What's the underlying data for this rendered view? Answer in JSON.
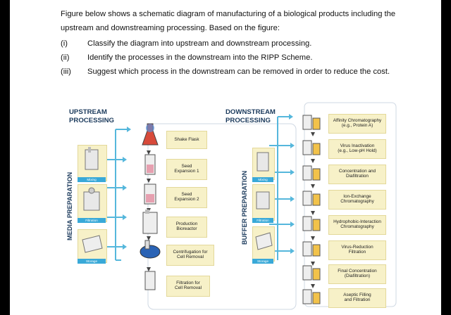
{
  "question": {
    "intro": "Figure below shows a schematic diagram of manufacturing of a biological products including the upstream and downstreaming processing. Based on the figure:",
    "items": [
      {
        "num": "(i)",
        "text": "Classify the diagram into upstream and downstream processing."
      },
      {
        "num": "(ii)",
        "text": "Identify the processes in the downstream into the RIPP Scheme."
      },
      {
        "num": "(iii)",
        "text": "Suggest which process in the downstream can be removed in order to reduce the cost."
      }
    ]
  },
  "diagram": {
    "upstream": {
      "title_line1": "UPSTREAM",
      "title_line2": "PROCESSING",
      "side_label": "MEDIA PREPARATION",
      "prep_tags": [
        "Mixing",
        "Filtration",
        "Storage"
      ],
      "steps": [
        {
          "label_line1": "Shake Flask",
          "label_line2": ""
        },
        {
          "label_line1": "Seed",
          "label_line2": "Expansion 1"
        },
        {
          "label_line1": "Seed",
          "label_line2": "Expansion 2"
        },
        {
          "label_line1": "Production",
          "label_line2": "Bioreactor"
        },
        {
          "label_line1": "Centrifugation for",
          "label_line2": "Cell Removal"
        },
        {
          "label_line1": "Filtration for",
          "label_line2": "Cell Removal"
        }
      ]
    },
    "downstream": {
      "title_line1": "DOWNSTREAM",
      "title_line2": "PROCESSING",
      "side_label": "BUFFER PREPARATION",
      "prep_tags": [
        "Mixing",
        "Filtration",
        "Storage"
      ],
      "steps": [
        {
          "label_line1": "Affinity Chromatography",
          "label_line2": "(e.g., Protein A)"
        },
        {
          "label_line1": "Virus Inactivation",
          "label_line2": "(e.g., Low-pH Hold)"
        },
        {
          "label_line1": "Concentration and",
          "label_line2": "Diafiltration"
        },
        {
          "label_line1": "Ion-Exchange",
          "label_line2": "Chromatography"
        },
        {
          "label_line1": "Hydrophobic-Interaction",
          "label_line2": "Chromatography"
        },
        {
          "label_line1": "Virus-Reduction",
          "label_line2": "Filtration"
        },
        {
          "label_line1": "Final Concentration",
          "label_line2": "(Diafiltration)"
        },
        {
          "label_line1": "Aseptic Filling",
          "label_line2": "and Filtration"
        }
      ]
    },
    "colors": {
      "arrow": "#55b7dc",
      "panel": "#f7f1c8",
      "header": "#1b3a5c",
      "tag": "#39a9d8"
    }
  }
}
